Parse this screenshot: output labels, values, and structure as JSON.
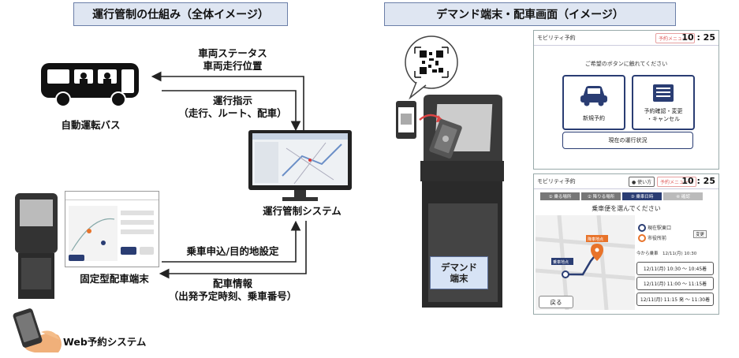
{
  "left_panel": {
    "title": "運行管制の仕組み（全体イメージ）",
    "bus_label": "自動運転バス",
    "control_label": "運行管制システム",
    "fixed_terminal_label": "固定型配車端末",
    "web_label": "Web予約システム",
    "arrow_status": [
      "車両ステータス",
      "車両走行位置"
    ],
    "arrow_instruction": [
      "運行指示",
      "（走行、ルート、配車）"
    ],
    "arrow_request": "乗車申込/目的地設定",
    "arrow_dispatch": [
      "配車情報",
      "（出発予定時刻、乗車番号）"
    ]
  },
  "right_panel": {
    "title": "デマンド端末・配車画面（イメージ）",
    "kiosk_label": [
      "デマンド",
      "端末"
    ]
  },
  "screen_top": {
    "app_title": "モビリティ予約",
    "badge": "予約メニューへ",
    "time": "10 : 25",
    "prompt": "ご希望のボタンに触れてください",
    "new_booking": "新規予約",
    "confirm_change": [
      "予約確認・変更",
      "・キャンセル"
    ],
    "status_button": "現在の運行状況"
  },
  "screen_bottom": {
    "app_title": "モビリティ予約",
    "badge_left": "● 使い方",
    "badge_right": "予約メニューへ",
    "time": "10 : 25",
    "steps": [
      "① 乗る場所",
      "② 降りる場所",
      "③ 乗車日時",
      "④ 確認"
    ],
    "prompt": "乗車便を選んでください",
    "from_label": "現在駅東口",
    "to_label": "市役所前",
    "change": "変更",
    "now_label": "今から乗車　12/11(月) 10:30",
    "slots": [
      "12/11(月) 10:30 ～ 10:45着",
      "12/11(月) 11:00 ～ 11:15着",
      "12/11(月) 11:15 発 ～ 11:30着"
    ],
    "back": "戻る",
    "map_pin_from": "乗車地点",
    "map_pin_to": "降車地点"
  },
  "colors": {
    "accent": "#2a3d73",
    "banner_bg": "#dfe6f2",
    "pin": "#e8732a",
    "kiosk": "#3a3a3a"
  }
}
